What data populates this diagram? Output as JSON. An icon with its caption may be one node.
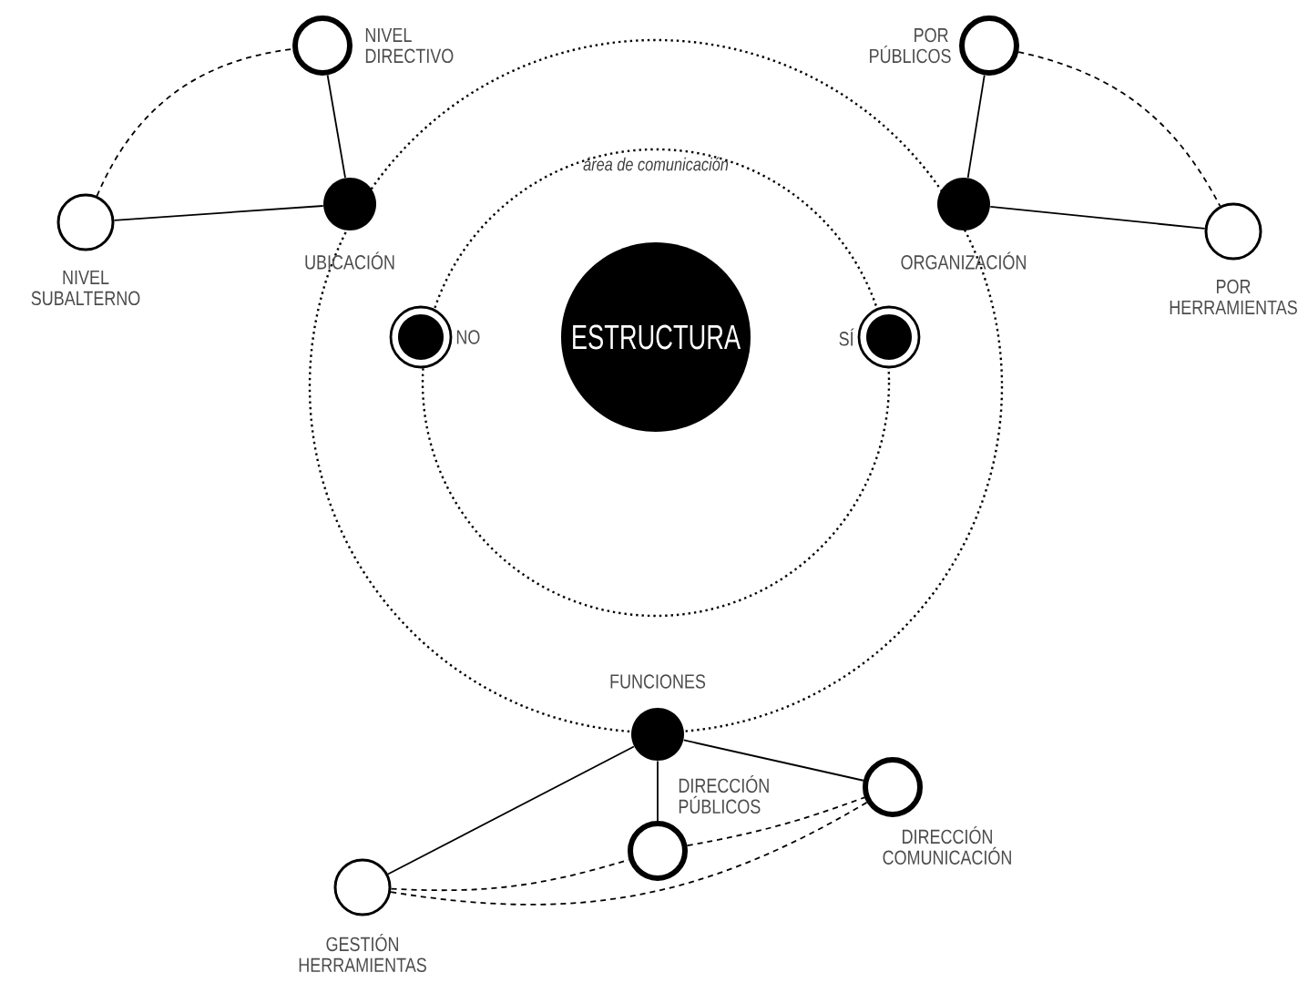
{
  "diagram": {
    "nodes": [
      {
        "text": [
          "ESTRUCTURA"
        ]
      },
      {
        "text": [],
        "shape": "circle",
        "beside": [
          "NO"
        ]
      },
      {
        "text": [],
        "shape": "circle",
        "beside": [
          "SÍ"
        ]
      },
      {
        "text": [],
        "shape": "circle",
        "beside": [
          "UBICACIÓN"
        ]
      },
      {
        "text": [],
        "shape": "circle",
        "beside": [
          "NIVEL DIRECTIVO"
        ]
      },
      {
        "text": [],
        "shape": "circle",
        "beside": [
          "NIVEL SUBALTERNO"
        ]
      },
      {
        "text": [],
        "shape": "circle",
        "beside": [
          "ORGANIZACIÓN"
        ]
      },
      {
        "text": [],
        "shape": "circle",
        "beside": [
          "POR PÚBLICOS"
        ]
      },
      {
        "text": [],
        "shape": "circle",
        "beside": [
          "POR HERRAMIENTAS"
        ]
      },
      {
        "text": [],
        "shape": "circle",
        "beside": [
          "FUNCIONES"
        ]
      },
      {
        "text": [],
        "shape": "circle",
        "beside": [
          "DIRECCIÓN PÚBLICOS"
        ]
      },
      {
        "text": [],
        "shape": "circle",
        "beside": [
          "DIRECCIÓN COMUNICACIÓN"
        ]
      },
      {
        "text": [],
        "shape": "circle",
        "beside": [
          "GESTIÓN HERRAMIENTAS"
        ]
      }
    ],
    "edges": [
      {
        "from": 3,
        "to": 4,
        "arrow": "none"
      },
      {
        "from": 3,
        "to": 5,
        "arrow": "none"
      },
      {
        "from": 5,
        "to": 4,
        "arrow": "none",
        "style": "dashed"
      },
      {
        "from": 6,
        "to": 7,
        "arrow": "none"
      },
      {
        "from": 6,
        "to": 8,
        "arrow": "none"
      },
      {
        "from": 7,
        "to": 8,
        "arrow": "none",
        "style": "dashed"
      },
      {
        "from": 9,
        "to": 10,
        "arrow": "none"
      },
      {
        "from": 9,
        "to": 11,
        "arrow": "none"
      },
      {
        "from": 9,
        "to": 12,
        "arrow": "none"
      },
      {
        "from": 10,
        "to": 11,
        "arrow": "none",
        "style": "dashed"
      },
      {
        "from": 12,
        "to": 10,
        "arrow": "none",
        "style": "dashed"
      },
      {
        "from": 12,
        "to": 11,
        "arrow": "none",
        "style": "dashed"
      }
    ],
    "labels": [
      "área de comunicación"
    ]
  }
}
